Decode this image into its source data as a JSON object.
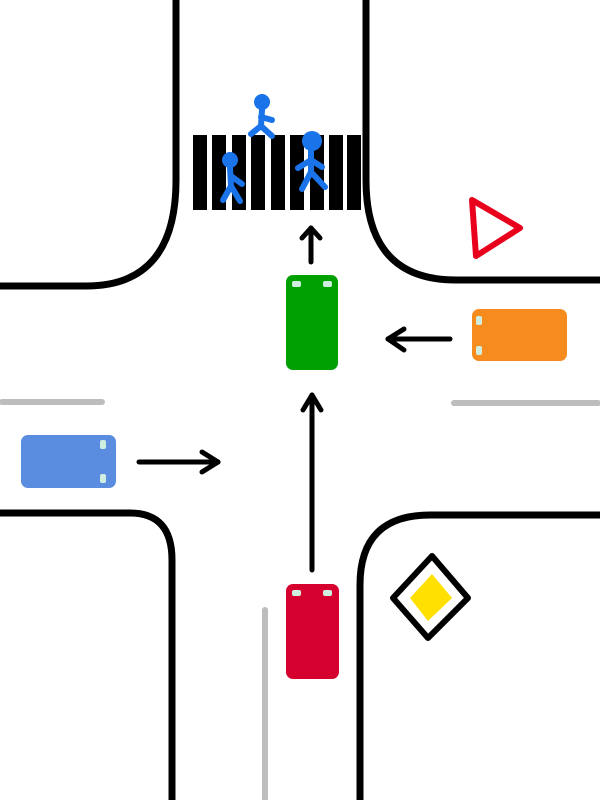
{
  "scene": {
    "type": "intersection",
    "background_color": "#ffffff",
    "road_edge_color": "#000000",
    "lane_marking_color": "#bdbdbd"
  },
  "crosswalk": {
    "stripe_count": 9,
    "stripe_color": "#000000"
  },
  "pedestrians": [
    {
      "id": "top",
      "color": "#1a73e8"
    },
    {
      "id": "left",
      "color": "#1a73e8"
    },
    {
      "id": "right",
      "color": "#1a73e8"
    }
  ],
  "vehicles": [
    {
      "id": "green-car",
      "color": "#00a000",
      "direction": "north"
    },
    {
      "id": "orange-car",
      "color": "#f78c1e",
      "direction": "west"
    },
    {
      "id": "blue-car",
      "color": "#5a8de0",
      "direction": "east"
    },
    {
      "id": "red-car",
      "color": "#d6002f",
      "direction": "north"
    }
  ],
  "signs": [
    {
      "id": "yield-sign",
      "icon": "yield-triangle-icon",
      "color": "#e8001c"
    },
    {
      "id": "priority-road-sign",
      "icon": "priority-diamond-icon",
      "color": "#ffe000",
      "border_color": "#000000"
    }
  ],
  "arrows": [
    {
      "id": "green-car-arrow",
      "direction": "north"
    },
    {
      "id": "orange-car-arrow",
      "direction": "west"
    },
    {
      "id": "blue-car-arrow",
      "direction": "east"
    },
    {
      "id": "red-car-arrow",
      "direction": "north"
    }
  ]
}
